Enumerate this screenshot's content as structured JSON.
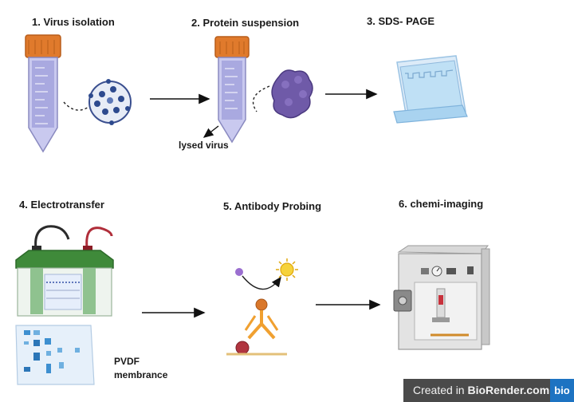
{
  "steps": {
    "s1": "1.  Virus isolation",
    "s2": "2. Protein suspension",
    "s3": "3. SDS- PAGE",
    "s4": "4. Electrotransfer",
    "s5": "5. Antibody Probing",
    "s6": "6. chemi-imaging"
  },
  "annotations": {
    "lysed_virus": "lysed virus",
    "pvdf_line1": "PVDF",
    "pvdf_line2": "membrance"
  },
  "badge": {
    "prefix": "Created in ",
    "brand": "BioRender.com",
    "logo": "bio"
  },
  "icons": [
    "falcon-tube-icon",
    "virus-particle-icon",
    "protein-blob-icon",
    "sds-page-gel-icon",
    "electrotransfer-tank-icon",
    "pvdf-membrane-icon",
    "antibody-icon",
    "chemi-imager-icon"
  ],
  "colors": {
    "tube_cap": "#e07a2c",
    "tube_body": "#c9c9ef",
    "protein": "#6f5aa8",
    "gel": "#bfe0f5",
    "tank_lid": "#3f8a3a",
    "antibody": "#f0a030",
    "antigen_dot": "#b03540",
    "substrate": "#9b6fd0",
    "light_emission": "#f6d23a",
    "badge_bg": "#4a4a4a",
    "badge_logo": "#1d73c2"
  }
}
